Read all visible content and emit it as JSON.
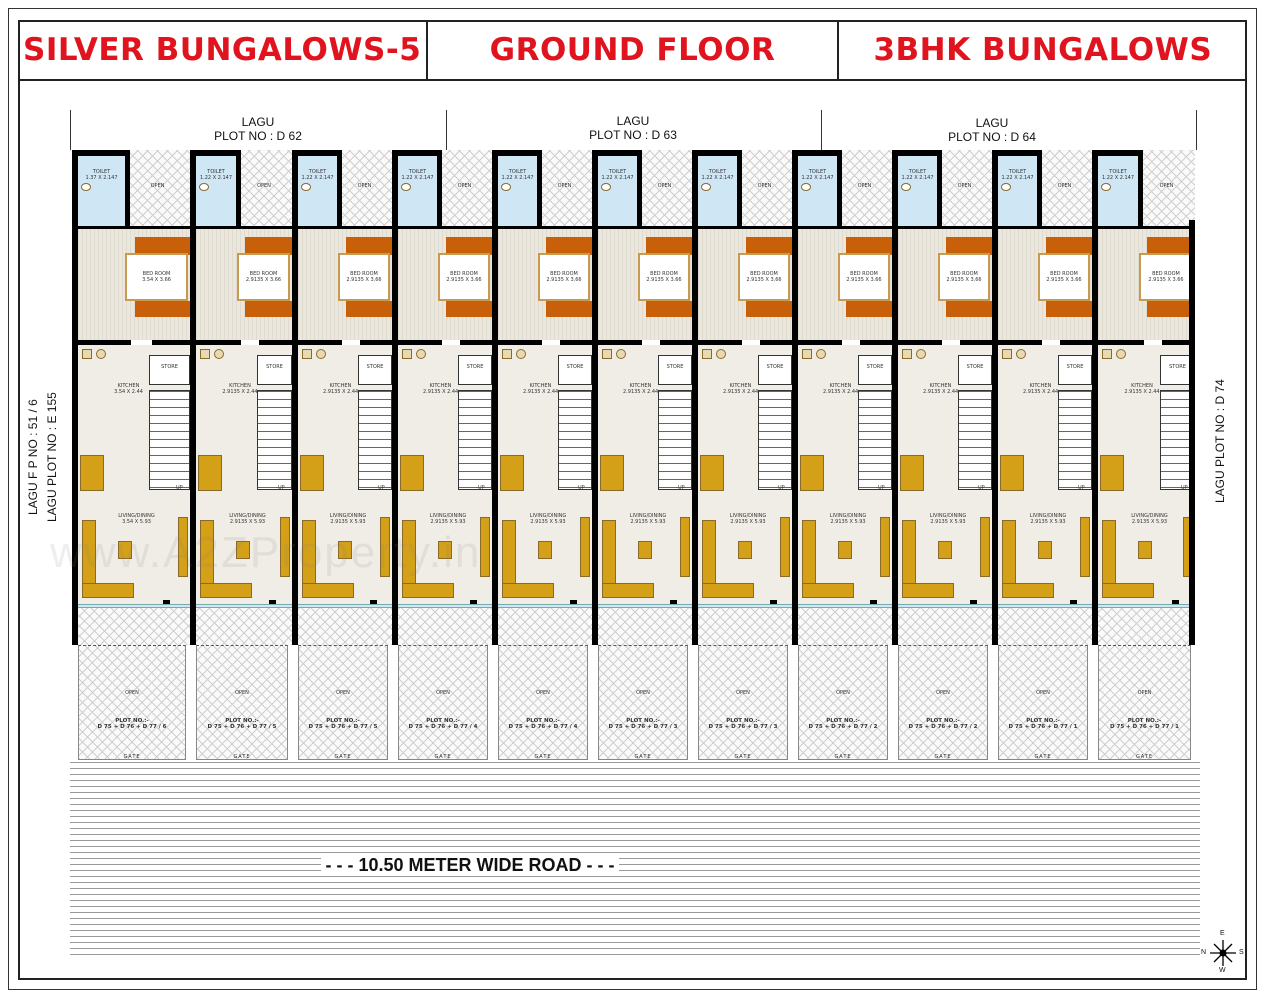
{
  "header": {
    "project": "SILVER BUNGALOWS-5",
    "floor": "GROUND FLOOR",
    "type": "3BHK BUNGALOWS",
    "title_color": "#e0141e"
  },
  "neighbors_top": [
    {
      "line1": "LAGU",
      "line2": "PLOT NO : D 62"
    },
    {
      "line1": "LAGU",
      "line2": "PLOT NO : D 63"
    },
    {
      "line1": "LAGU",
      "line2": "PLOT NO : D 64"
    }
  ],
  "neighbor_left": {
    "line1": "LAGU F P NO : 51 / 6",
    "line2": "LAGU PLOT NO : E 155"
  },
  "neighbor_right": "LAGU PLOT NO : D 74",
  "labels": {
    "toilet": "TOILET",
    "open": "OPEN",
    "bedroom": "BED ROOM",
    "store": "STORE",
    "kitchen": "KITCHEN",
    "living": "LIVING/DINING",
    "up": "UP",
    "plot_no": "PLOT NO.:-",
    "gate": "GATE"
  },
  "units": [
    {
      "toilet": "1.37 X 2.147",
      "bedroom": "3.54 X 3.66",
      "kitchen": "3.54 X 2.44",
      "living": "3.54 X 5.93",
      "plot": "D 75 + D 76 + D 77 / 6"
    },
    {
      "toilet": "1.22 X 2.147",
      "bedroom": "2.9135 X 3.66",
      "kitchen": "2.9135 X 2.44",
      "living": "2.9135 X 5.93",
      "plot": "D 75 + D 76 + D 77 / 5"
    },
    {
      "toilet": "1.22 X 2.147",
      "bedroom": "2.9135 X 3.66",
      "kitchen": "2.9135 X 2.44",
      "living": "2.9135 X 5.93",
      "plot": "D 75 + D 76 + D 77 / 5"
    },
    {
      "toilet": "1.22 X 2.147",
      "bedroom": "2.9135 X 3.66",
      "kitchen": "2.9135 X 2.44",
      "living": "2.9135 X 5.93",
      "plot": "D 75 + D 76 + D 77 / 4"
    },
    {
      "toilet": "1.22 X 2.147",
      "bedroom": "2.9135 X 3.66",
      "kitchen": "2.9135 X 2.44",
      "living": "2.9135 X 5.93",
      "plot": "D 75 + D 76 + D 77 / 4"
    },
    {
      "toilet": "1.22 X 2.147",
      "bedroom": "2.9135 X 3.66",
      "kitchen": "2.9135 X 2.44",
      "living": "2.9135 X 5.93",
      "plot": "D 75 + D 76 + D 77 / 3"
    },
    {
      "toilet": "1.22 X 2.147",
      "bedroom": "2.9135 X 3.66",
      "kitchen": "2.9135 X 2.44",
      "living": "2.9135 X 5.93",
      "plot": "D 75 + D 76 + D 77 / 3"
    },
    {
      "toilet": "1.22 X 2.147",
      "bedroom": "2.9135 X 3.66",
      "kitchen": "2.9135 X 2.44",
      "living": "2.9135 X 5.93",
      "plot": "D 75 + D 76 + D 77 / 2"
    },
    {
      "toilet": "1.22 X 2.147",
      "bedroom": "2.9135 X 3.66",
      "kitchen": "2.9135 X 2.44",
      "living": "2.9135 X 5.93",
      "plot": "D 75 + D 76 + D 77 / 2"
    },
    {
      "toilet": "1.22 X 2.147",
      "bedroom": "2.9135 X 3.66",
      "kitchen": "2.9135 X 2.44",
      "living": "2.9135 X 5.93",
      "plot": "D 75 + D 76 + D 77 / 1"
    },
    {
      "toilet": "1.22 X 2.147",
      "bedroom": "2.9135 X 3.66",
      "kitchen": "2.9135 X 2.44",
      "living": "2.9135 X 5.93",
      "plot": "D 75 + D 76 + D 77 / 1"
    }
  ],
  "road": "- - - 10.50 METER WIDE ROAD - - -",
  "watermark": "www.A2ZProperty.in",
  "compass": {
    "n": "N",
    "e": "E",
    "s": "S",
    "w": "W"
  },
  "colors": {
    "toilet": "#cfe6f5",
    "furniture": "#d4a017",
    "wardrobe": "#c8600a",
    "floor": "#ece7dc"
  }
}
